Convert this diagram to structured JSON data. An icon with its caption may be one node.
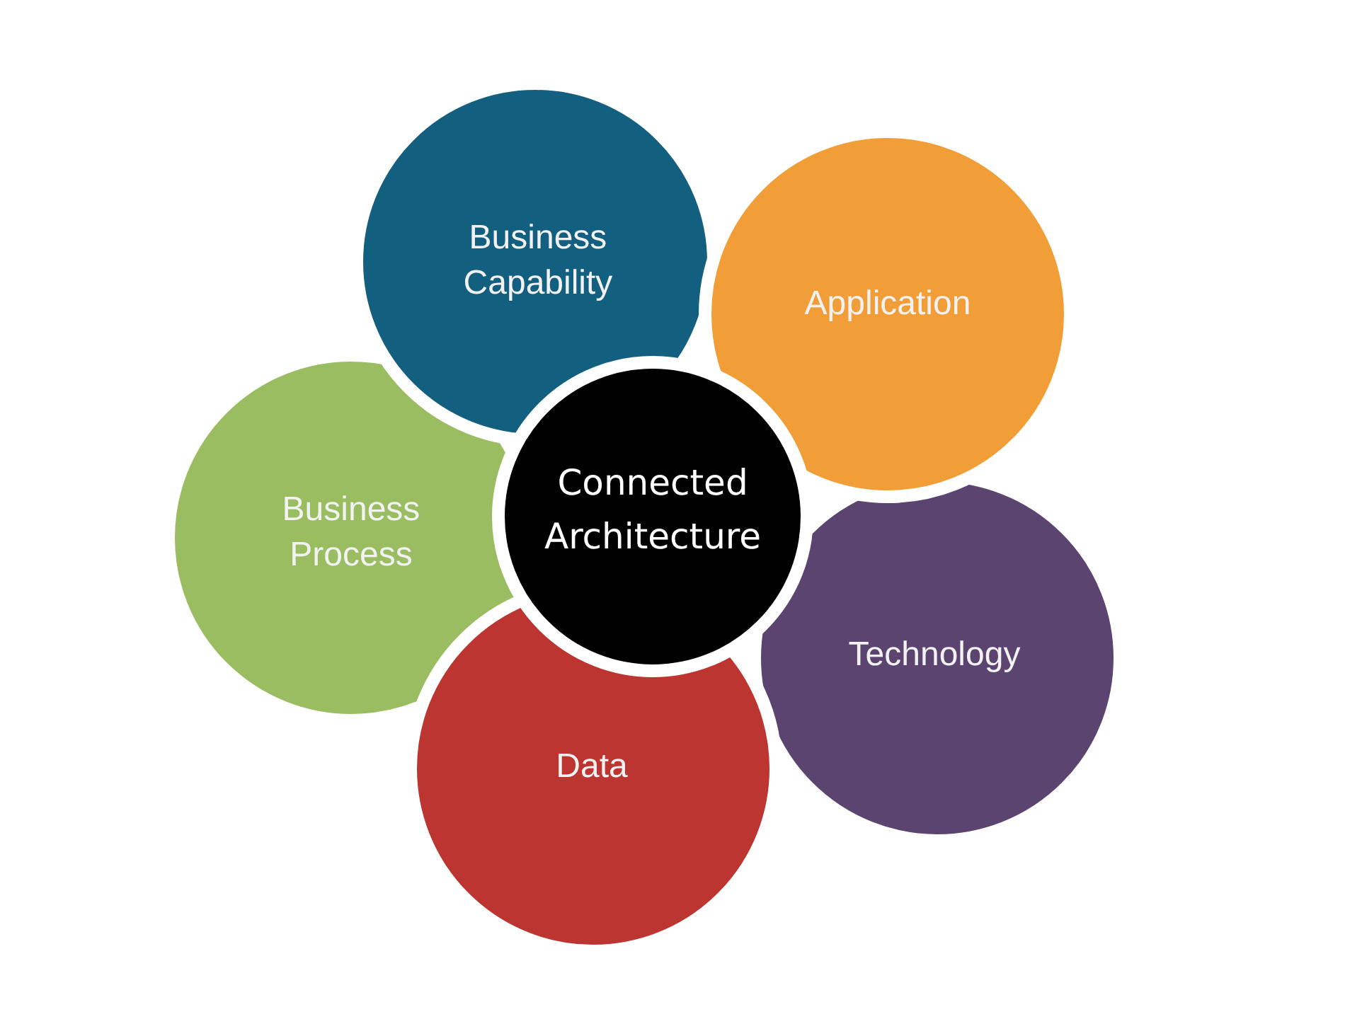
{
  "diagram": {
    "nodes": [
      {
        "text": [
          "Business Capability"
        ]
      },
      {
        "text": [
          "Application"
        ]
      },
      {
        "text": [
          "Business Process"
        ]
      },
      {
        "text": [
          "Connected Architecture"
        ]
      },
      {
        "text": [
          "Technology"
        ]
      },
      {
        "text": [
          "Data"
        ]
      }
    ]
  }
}
